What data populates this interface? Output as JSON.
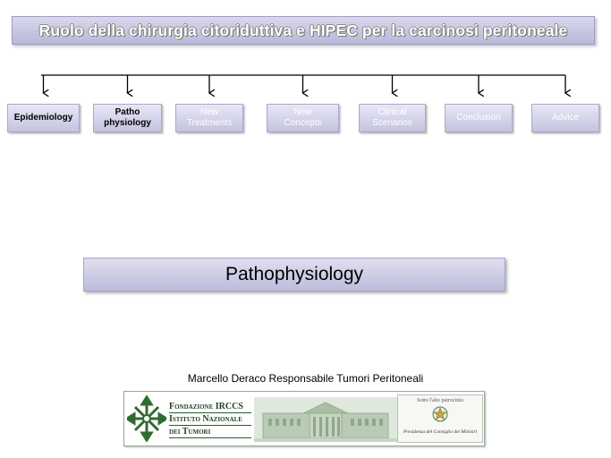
{
  "title": "Ruolo della chirurgia citoriduttiva e HIPEC per la carcinosi peritoneale",
  "nav": [
    {
      "id": "epidemiology",
      "label": "Epidemiology",
      "active": true
    },
    {
      "id": "pathophysiology",
      "label": "Patho\nphysiology",
      "active": true
    },
    {
      "id": "new-treatments",
      "label": "New\nTreatments",
      "active": false
    },
    {
      "id": "new-concepts",
      "label": "New\nConcepts",
      "active": false
    },
    {
      "id": "clinical-scenarios",
      "label": "Clinical\nScenarios",
      "active": false
    },
    {
      "id": "conclusion",
      "label": "Conclusion",
      "active": false
    },
    {
      "id": "advice",
      "label": "Advice",
      "active": false
    }
  ],
  "section_title": "Pathophysiology",
  "author": "Marcello Deraco Responsabile Tumori Peritoneali",
  "footer_logo": {
    "institution_lines": [
      "Fondazione IRCCS",
      "Istituto Nazionale",
      "dei Tumori"
    ],
    "patronage_label": "Sotto l'alto patrocinio",
    "patronage_name": "Presidenza del Consiglio dei Ministri",
    "accent_color": "#2f6b2f"
  },
  "colors": {
    "box_fill": "#cfcee8",
    "box_border": "#a9a8cb",
    "active_text": "#000000",
    "inactive_text": "#ffffff"
  }
}
